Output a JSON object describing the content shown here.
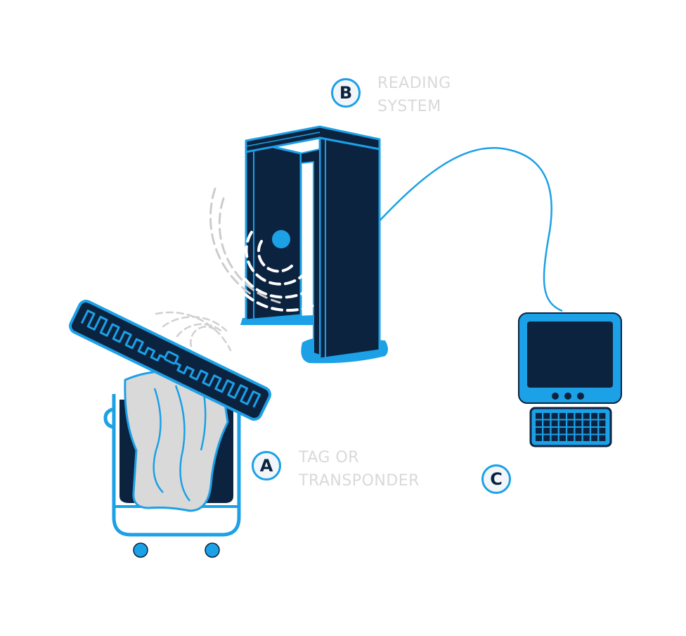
{
  "markers": {
    "a": "A",
    "b": "B",
    "c": "C"
  },
  "labels": {
    "tag": {
      "line1": "TAG OR",
      "line2": "TRANSPONDER"
    },
    "reader": {
      "line1": "READING",
      "line2": "SYSTEM"
    }
  },
  "icons": [
    "rfid-tag-icon",
    "laundry-cart-icon",
    "reading-gate-icon",
    "computer-icon",
    "keyboard-icon",
    "radio-wave-icon"
  ],
  "colors": {
    "navy": "#0c2340",
    "blue": "#1ca0e6",
    "wave_gray": "#cccccc",
    "label_gray": "#d9d9d9",
    "linen": "#d9d9d9"
  }
}
